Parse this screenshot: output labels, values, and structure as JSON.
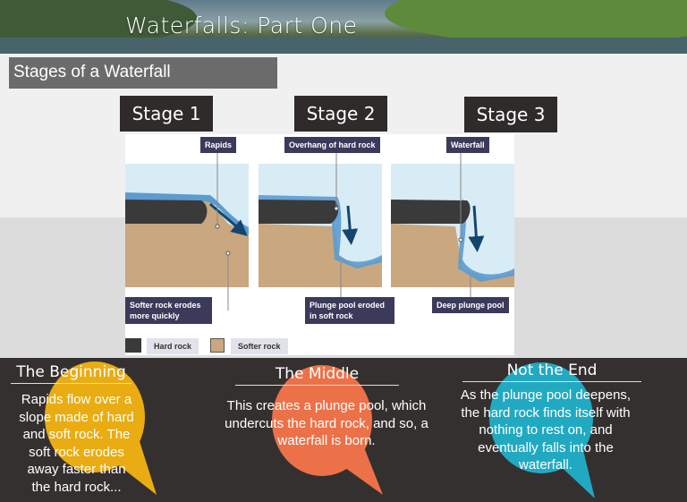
{
  "title": "Waterfalls: Part One",
  "subtitle": "Stages of a Waterfall",
  "stages": [
    "Stage 1",
    "Stage 2",
    "Stage 3"
  ],
  "diagram": {
    "labels": {
      "rapids": "Rapids",
      "overhang": "Overhang of hard rock",
      "waterfall": "Waterfall",
      "softer": "Softer rock erodes more quickly",
      "plunge": "Plunge pool eroded in soft rock",
      "deep": "Deep plunge pool"
    },
    "legend": {
      "hard": "Hard rock",
      "soft": "Softer rock"
    }
  },
  "sections": [
    {
      "heading": "The Beginning",
      "text": "Rapids flow over a slope made of hard and soft rock. The soft rock erodes away faster than the hard rock...",
      "color": "#e9ac12"
    },
    {
      "heading": "The Middle",
      "text": "This creates a plunge pool, which undercuts the hard rock, and so, a waterfall is born.",
      "color": "#ec7149"
    },
    {
      "heading": "Not the End",
      "text": "As the plunge pool deepens, the hard rock finds itself with nothing to rest on, and eventually falls into the waterfall.",
      "color": "#22a9c2"
    }
  ]
}
